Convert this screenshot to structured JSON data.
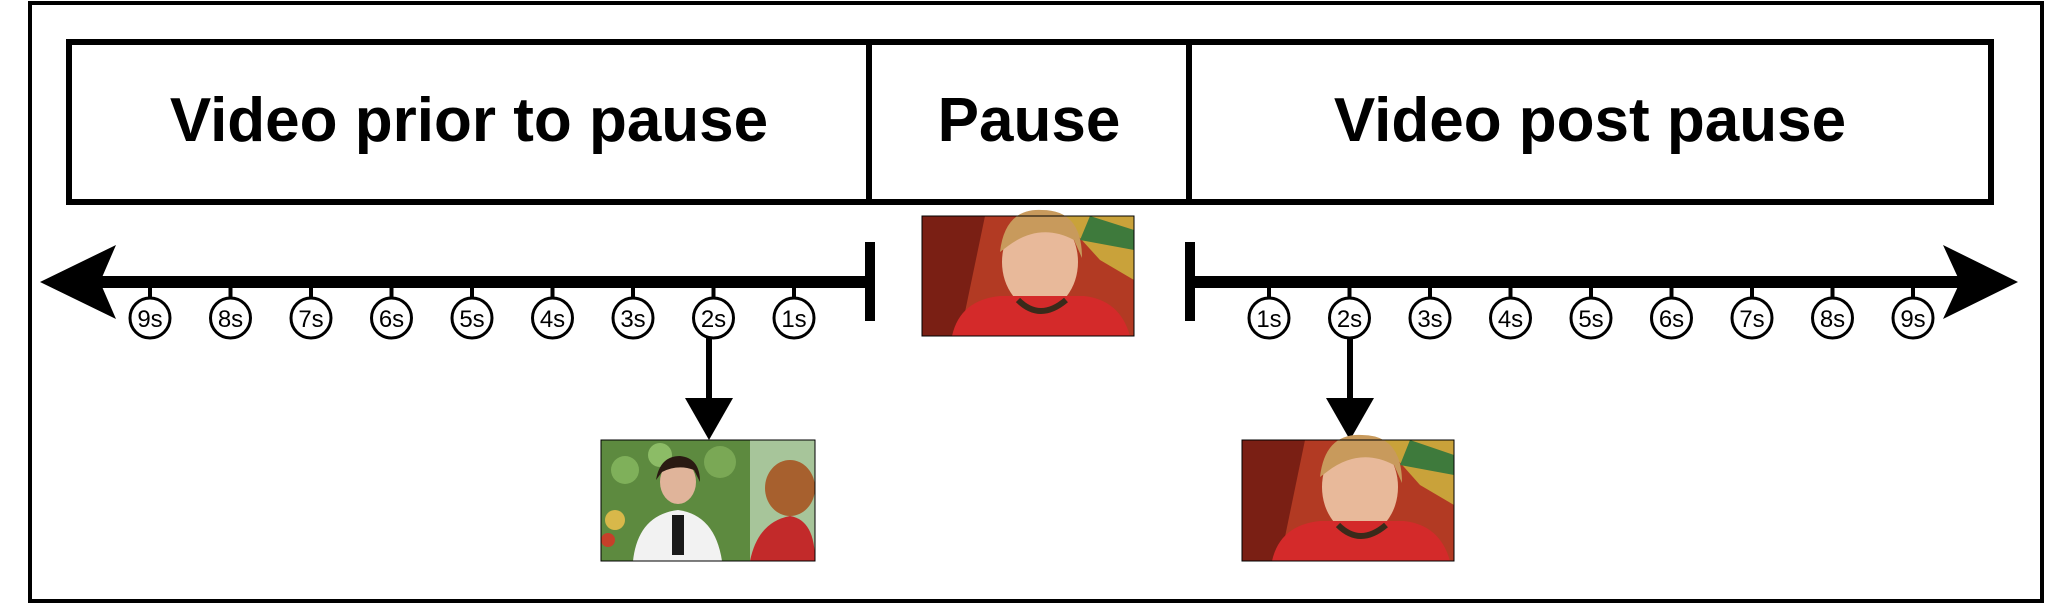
{
  "header": {
    "prior_label": "Video prior to pause",
    "pause_label": "Pause",
    "post_label": "Video post pause"
  },
  "timeline": {
    "prior_ticks": [
      "9s",
      "8s",
      "7s",
      "6s",
      "5s",
      "4s",
      "3s",
      "2s",
      "1s"
    ],
    "post_ticks": [
      "1s",
      "2s",
      "3s",
      "4s",
      "5s",
      "6s",
      "7s",
      "8s",
      "9s"
    ],
    "prior_highlight": "2s",
    "post_highlight": "2s"
  },
  "thumbnails": {
    "pause_frame": "woman-in-red-jacket-frame",
    "prior_frame": "interview-two-women-garden-frame",
    "post_frame": "woman-in-red-jacket-frame"
  },
  "colors": {
    "stroke": "#000000",
    "background": "#ffffff",
    "jacket_red": "#d42a2a",
    "hedge_green": "#6f9a4e"
  }
}
